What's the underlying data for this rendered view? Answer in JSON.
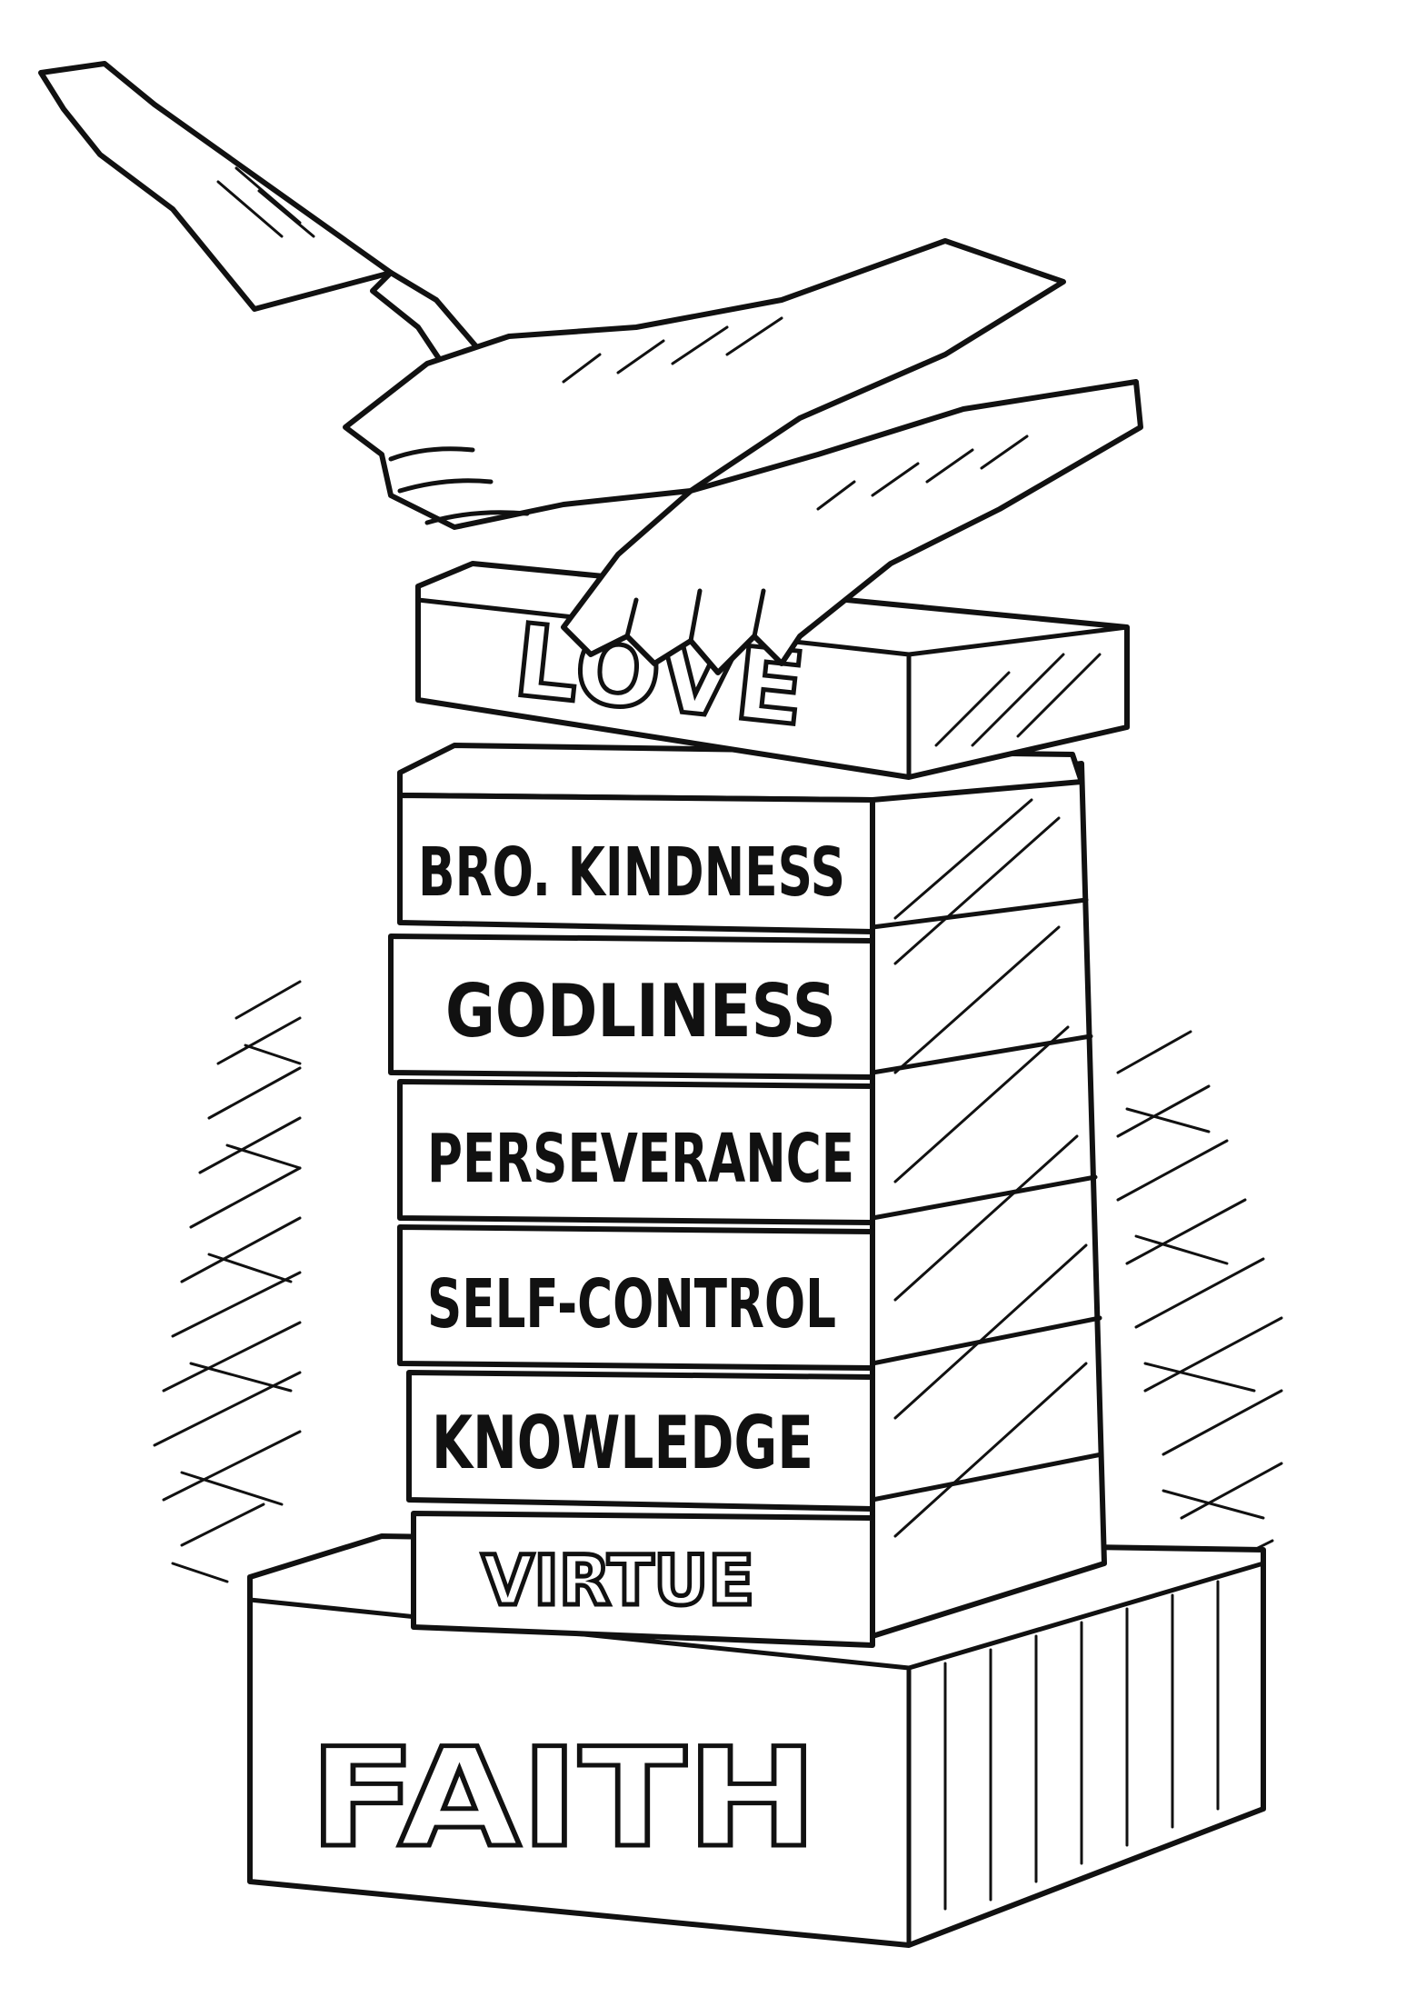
{
  "bricks": {
    "love": "LOVE",
    "brotherly_kindness": "BRO. KINDNESS",
    "godliness": "GODLINESS",
    "perseverance": "PERSEVERANCE",
    "self_control": "SELF-CONTROL",
    "knowledge": "KNOWLEDGE",
    "virtue": "VIRTUE",
    "faith": "FAITH"
  }
}
